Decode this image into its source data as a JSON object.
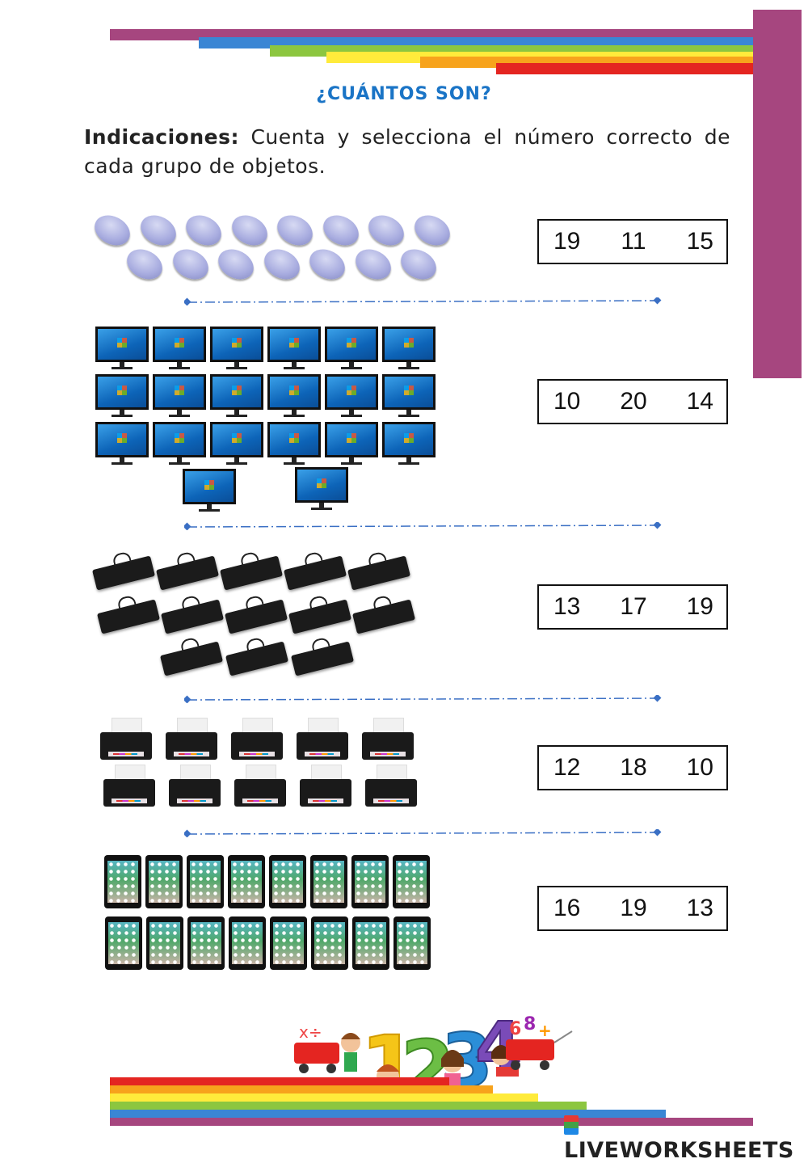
{
  "title": "¿CUÁNTOS SON?",
  "instructions": {
    "label": "Indicaciones:",
    "text": " Cuenta y selecciona el número correcto de cada grupo de objetos."
  },
  "colors": {
    "purple": "#a6467f",
    "blue": "#3a86d4",
    "green": "#8cc63f",
    "yellow": "#ffeb3b",
    "orange": "#f7a31c",
    "red": "#e42521",
    "title": "#1a74c6"
  },
  "questions": [
    {
      "object": "mouse-icon",
      "options": [
        "19",
        "11",
        "15"
      ]
    },
    {
      "object": "monitor-icon",
      "options": [
        "10",
        "20",
        "14"
      ]
    },
    {
      "object": "keyboard-icon",
      "options": [
        "13",
        "17",
        "19"
      ]
    },
    {
      "object": "printer-icon",
      "options": [
        "12",
        "18",
        "10"
      ]
    },
    {
      "object": "tablet-icon",
      "options": [
        "16",
        "19",
        "13"
      ]
    }
  ],
  "watermark": "LIVEWORKSHEETS"
}
